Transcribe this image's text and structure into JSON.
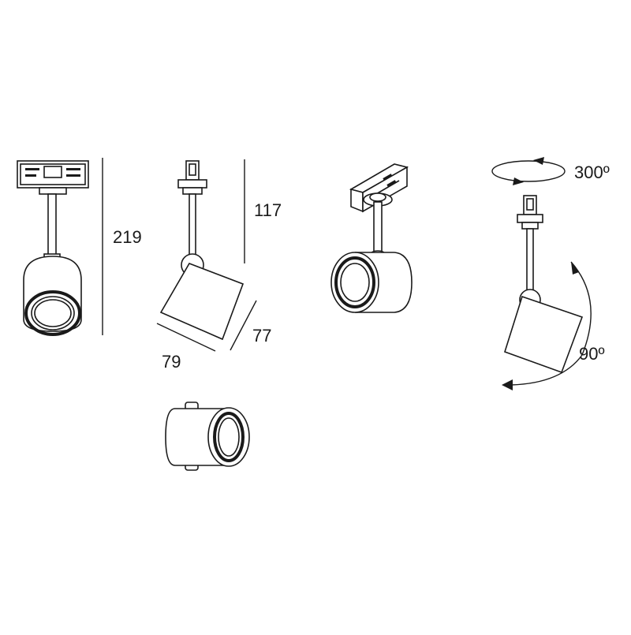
{
  "dimensions": {
    "height_total": "219",
    "height_head": "117",
    "depth_head": "79",
    "width_head": "77"
  },
  "rotation": {
    "horizontal": "300º",
    "vertical": "90º"
  },
  "colors": {
    "line": "#1a1a1a",
    "background": "#ffffff"
  }
}
